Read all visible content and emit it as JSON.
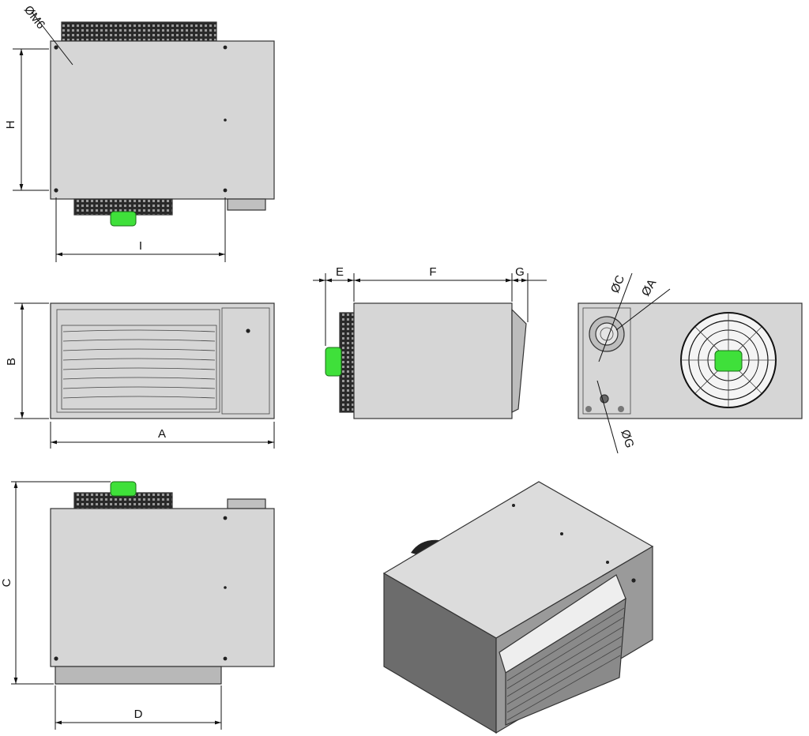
{
  "colors": {
    "panel": "#d6d6d6",
    "panel_dark": "#b9b9b9",
    "side_dark": "#6e6e6e",
    "outline": "#333333",
    "fan_green": "#3fe03a",
    "background": "#ffffff"
  },
  "views": {
    "top": {
      "hole_label": "ØM6",
      "dim_h": "H",
      "dim_i": "I"
    },
    "front": {
      "dim_a": "A",
      "dim_b": "B"
    },
    "side": {
      "dim_e": "E",
      "dim_f": "F",
      "dim_g": "G"
    },
    "rear": {
      "dim_c": "ØC",
      "dim_a": "ØA",
      "dim_g": "ØG"
    },
    "bottom": {
      "dim_c": "C",
      "dim_d": "D"
    }
  },
  "icons": [
    "fan-icon",
    "motor-icon",
    "flue-icon",
    "louver-icon"
  ]
}
